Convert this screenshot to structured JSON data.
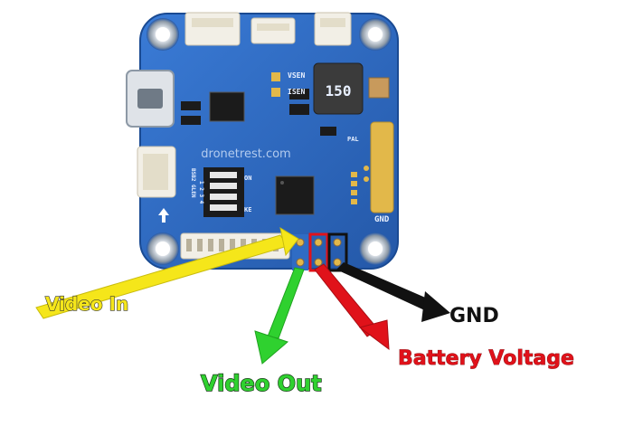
{
  "board": {
    "silkscreen": {
      "vsen": "VSEN",
      "isen": "ISEN",
      "watermark": "dronetrest.com",
      "inductor": "150",
      "gnd": "GND",
      "on": "ON",
      "ke": "KE",
      "pal": "PAL",
      "dip_numbers": "1 2 3 4",
      "dip_left": "BSB2 GLEN"
    },
    "colors": {
      "pcb": "#2f6cc4",
      "pcb_dark": "#1d4f9c",
      "gold": "#e2b84a",
      "connector": "#f2efe6"
    }
  },
  "annotations": [
    {
      "id": "video-in",
      "label": "Video In",
      "color": "#f5e61a"
    },
    {
      "id": "video-out",
      "label": "Video Out",
      "color": "#2fd12f"
    },
    {
      "id": "gnd",
      "label": "GND",
      "color": "#111111"
    },
    {
      "id": "battery-voltage",
      "label": "Battery Voltage",
      "color": "#e0121a"
    }
  ]
}
